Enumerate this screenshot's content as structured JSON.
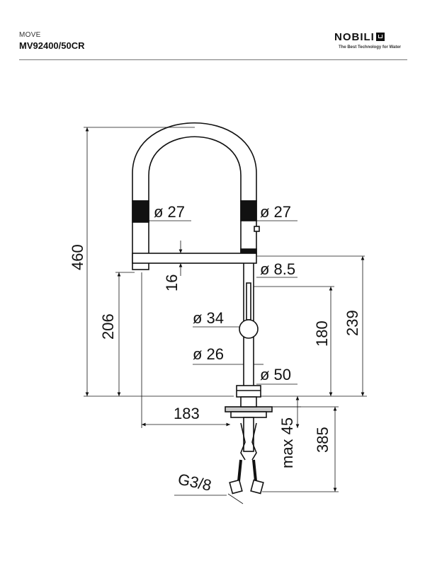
{
  "header": {
    "series": "MOVE",
    "model": "MV92400/50CR",
    "brand": "NOBILI",
    "tagline": "The Best Technology for Water"
  },
  "dimensions": {
    "d_27_left": "ø 27",
    "d_27_right": "ø 27",
    "d_8_5": "ø 8.5",
    "d_34": "ø 34",
    "d_26": "ø 26",
    "d_50": "ø 50",
    "h_460": "460",
    "h_206": "206",
    "h_16": "16",
    "h_180": "180",
    "h_239": "239",
    "w_183": "183",
    "max_45": "max 45",
    "h_385": "385",
    "thread": "G3/8"
  }
}
